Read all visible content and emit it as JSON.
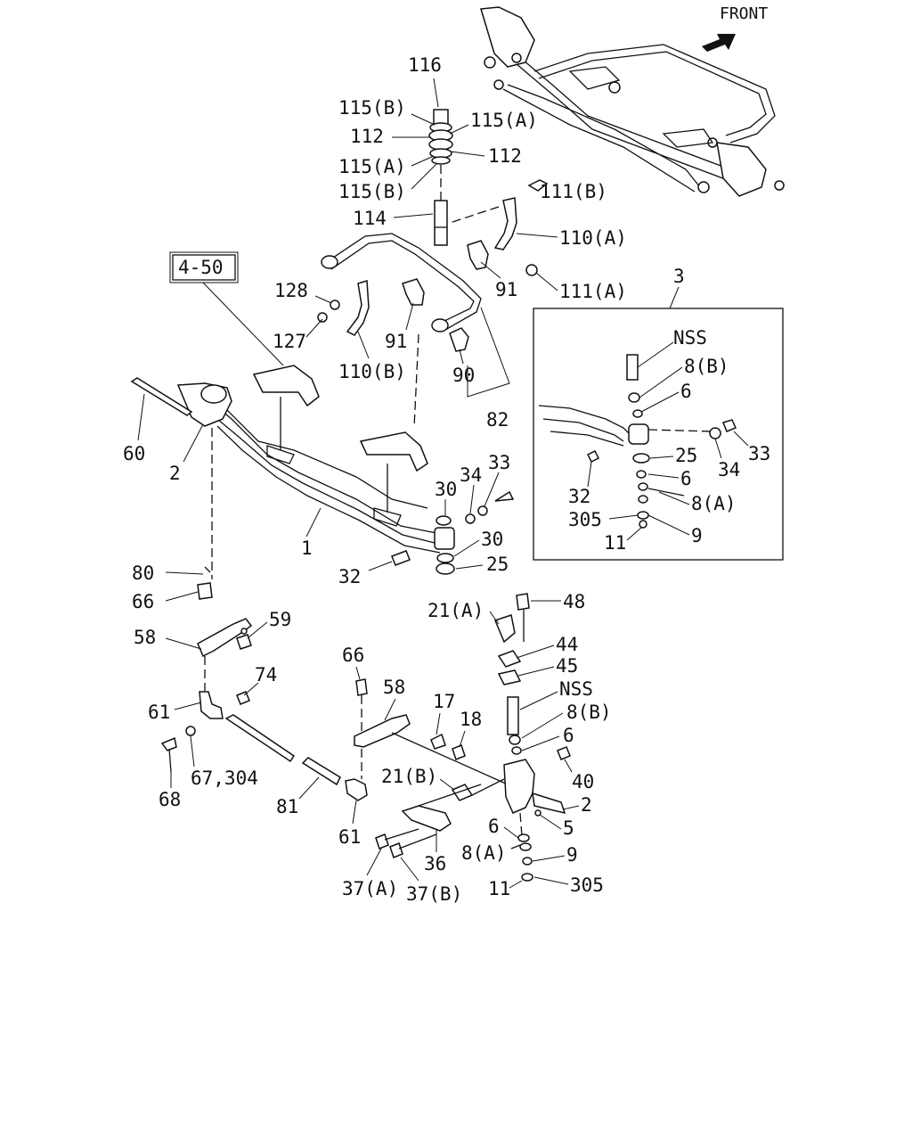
{
  "diagram": {
    "front": "FRONT",
    "ref_box": "4-50",
    "labels": {
      "l116": "116",
      "l115b_top": "115(B)",
      "l115a_top": "115(A)",
      "l112_left": "112",
      "l112_right": "112",
      "l115a_bot": "115(A)",
      "l115b_bot": "115(B)",
      "l114": "114",
      "l111b": "111(B)",
      "l110a": "110(A)",
      "l91_right": "91",
      "l111a": "111(A)",
      "l128": "128",
      "l127": "127",
      "l91_mid": "91",
      "l110b": "110(B)",
      "l90": "90",
      "l82": "82",
      "l3": "3",
      "l60": "60",
      "l2_left": "2",
      "l30_top": "30",
      "l34": "34",
      "l33": "33",
      "l1": "1",
      "l30_bot": "30",
      "l25": "25",
      "l32": "32",
      "l80": "80",
      "l66_left": "66",
      "l58_left": "58",
      "l59": "59",
      "l74": "74",
      "l61_left": "61",
      "l68": "68",
      "l67_304": "67,304",
      "l81": "81",
      "l66_mid": "66",
      "l58_mid": "58",
      "l61_mid": "61",
      "l21a": "21(A)",
      "l48": "48",
      "l44": "44",
      "l45": "45",
      "lnss_mid": "NSS",
      "l8b_mid": "8(B)",
      "l6_mid_top": "6",
      "l17": "17",
      "l18": "18",
      "l40": "40",
      "l21b": "21(B)",
      "l2_right": "2",
      "l5": "5",
      "l6_mid_bot": "6",
      "l8a_mid": "8(A)",
      "l9_mid": "9",
      "l11_mid": "11",
      "l305_mid": "305",
      "l36": "36",
      "l37a": "37(A)",
      "l37b": "37(B)"
    },
    "inset": {
      "nss": "NSS",
      "l8b": "8(B)",
      "l6_top": "6",
      "l33": "33",
      "l34": "34",
      "l25": "25",
      "l32": "32",
      "l6_mid": "6",
      "l8a": "8(A)",
      "l305": "305",
      "l9": "9",
      "l11": "11"
    }
  }
}
